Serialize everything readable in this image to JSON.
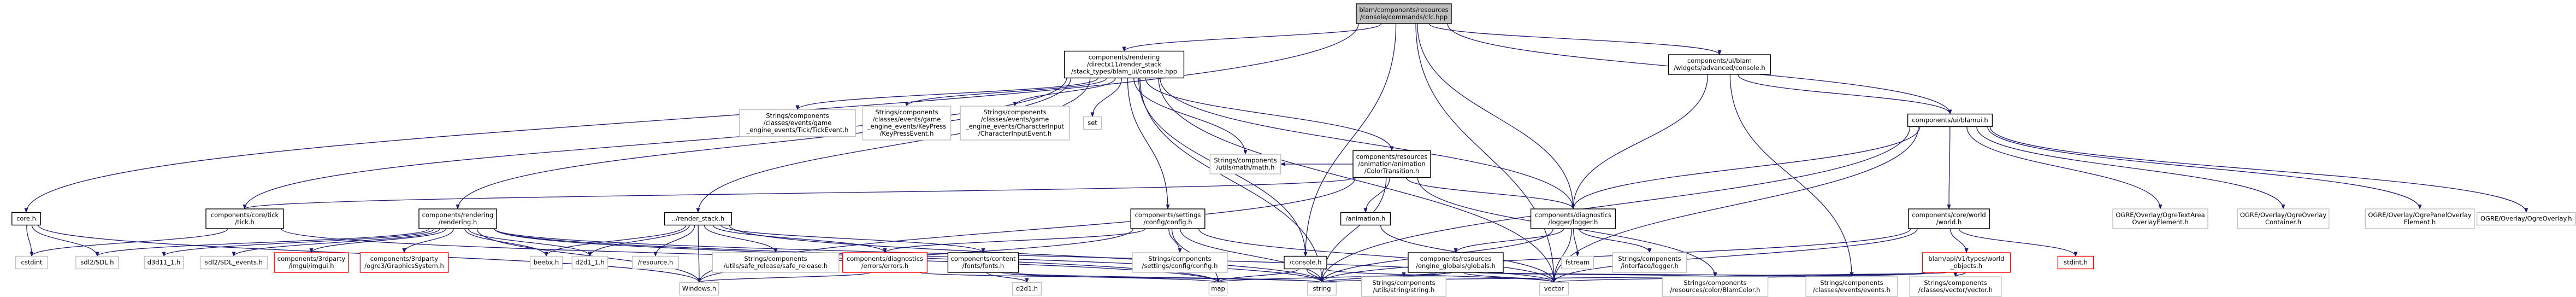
{
  "graph": {
    "colors": {
      "edge": "#191970",
      "root_fill": "#bfbfbf",
      "external_border": "#bfbfbf",
      "missing_border": "#ff0000"
    },
    "nodes": [
      {
        "id": "root",
        "kind": "root",
        "lines": [
          "blam/components/resources",
          "/console/commands/clc.hpp"
        ]
      },
      {
        "id": "render_stack_hpp",
        "kind": "doc",
        "lines": [
          "components/rendering",
          "/directx11/render_stack",
          "/stack_types/blam_ui/console.hpp"
        ]
      },
      {
        "id": "widgets_console",
        "kind": "doc",
        "lines": [
          "components/ui/blam",
          "/widgets/advanced/console.h"
        ]
      },
      {
        "id": "blamui",
        "kind": "doc",
        "lines": [
          "components/ui/blamui.h"
        ]
      },
      {
        "id": "core",
        "kind": "doc",
        "lines": [
          "core.h"
        ]
      },
      {
        "id": "tick",
        "kind": "doc",
        "lines": [
          "components/core/tick",
          "/tick.h"
        ]
      },
      {
        "id": "rendering",
        "kind": "doc",
        "lines": [
          "components/rendering",
          "/rendering.h"
        ]
      },
      {
        "id": "tick_event",
        "kind": "ext",
        "lines": [
          "Strings/components",
          "/classes/events/game",
          "_engine_events/Tick/TickEvent.h"
        ]
      },
      {
        "id": "key_event",
        "kind": "ext",
        "lines": [
          "Strings/components",
          "/classes/events/game",
          "_engine_events/KeyPress",
          "/KeyPressEvent.h"
        ]
      },
      {
        "id": "char_event",
        "kind": "ext",
        "lines": [
          "Strings/components",
          "/classes/events/game",
          "_engine_events/CharacterInput",
          "/CharacterInputEvent.h"
        ]
      },
      {
        "id": "set",
        "kind": "ext",
        "lines": [
          "set"
        ]
      },
      {
        "id": "color_transition",
        "kind": "doc",
        "lines": [
          "components/resources",
          "/animation/animation",
          "/ColorTransition.h"
        ]
      },
      {
        "id": "math",
        "kind": "ext",
        "lines": [
          "Strings/components",
          "/utils/math/math.h"
        ]
      },
      {
        "id": "logger",
        "kind": "doc",
        "lines": [
          "components/diagnostics",
          "/logger/logger.h"
        ]
      },
      {
        "id": "render_stack_h",
        "kind": "doc",
        "lines": [
          "../render_stack.h"
        ]
      },
      {
        "id": "config",
        "kind": "doc",
        "lines": [
          "components/settings",
          "/config/config.h"
        ]
      },
      {
        "id": "animation",
        "kind": "doc",
        "lines": [
          "/animation.h"
        ]
      },
      {
        "id": "world",
        "kind": "doc",
        "lines": [
          "components/core/world",
          "/world.h"
        ]
      },
      {
        "id": "ogre_text",
        "kind": "ext",
        "lines": [
          "OGRE/Overlay/OgreTextArea",
          "OverlayElement.h"
        ]
      },
      {
        "id": "ogre_container",
        "kind": "ext",
        "lines": [
          "OGRE/Overlay/OgreOverlay",
          "Container.h"
        ]
      },
      {
        "id": "ogre_panel",
        "kind": "ext",
        "lines": [
          "OGRE/Overlay/OgrePanelOverlay",
          "Element.h"
        ]
      },
      {
        "id": "ogre_overlay",
        "kind": "ext",
        "lines": [
          "OGRE/Overlay/OgreOverlay.h"
        ]
      },
      {
        "id": "cstdint",
        "kind": "ext",
        "lines": [
          "cstdint"
        ]
      },
      {
        "id": "sdl2",
        "kind": "ext",
        "lines": [
          "sdl2/SDL.h"
        ]
      },
      {
        "id": "d3d11",
        "kind": "ext",
        "lines": [
          "d3d11_1.h"
        ]
      },
      {
        "id": "sdl_events",
        "kind": "ext",
        "lines": [
          "sdl2/SDL_events.h"
        ]
      },
      {
        "id": "imgui",
        "kind": "missing",
        "lines": [
          "components/3rdparty",
          "/imgui/imgui.h"
        ]
      },
      {
        "id": "graphics_system",
        "kind": "missing",
        "lines": [
          "components/3rdparty",
          "/ogre3/GraphicsSystem.h"
        ]
      },
      {
        "id": "beebx",
        "kind": "ext",
        "lines": [
          "beebx.h"
        ]
      },
      {
        "id": "d2d1",
        "kind": "ext",
        "lines": [
          "d2d1_1.h"
        ]
      },
      {
        "id": "resource_h",
        "kind": "ext",
        "lines": [
          "/resource.h"
        ]
      },
      {
        "id": "safe_release",
        "kind": "ext",
        "lines": [
          "Strings/components",
          "/utils/safe_release/safe_release.h"
        ]
      },
      {
        "id": "errors",
        "kind": "missing",
        "lines": [
          "components/diagnostics",
          "/errors/errors.h"
        ]
      },
      {
        "id": "fonts",
        "kind": "doc",
        "lines": [
          "components/content",
          "/fonts/fonts.h"
        ]
      },
      {
        "id": "config_strings",
        "kind": "ext",
        "lines": [
          "Strings/components",
          "/settings/config/config.h"
        ]
      },
      {
        "id": "console",
        "kind": "doc",
        "lines": [
          "/console.h"
        ]
      },
      {
        "id": "globals",
        "kind": "doc",
        "lines": [
          "components/resources",
          "/engine_globals/globals.h"
        ]
      },
      {
        "id": "fstream",
        "kind": "ext",
        "lines": [
          "fstream"
        ]
      },
      {
        "id": "interface_logger",
        "kind": "ext",
        "lines": [
          "Strings/components",
          "/interface/logger.h"
        ]
      },
      {
        "id": "world_objects",
        "kind": "missing",
        "lines": [
          "blam/api/v1/types/world",
          "_objects.h"
        ]
      },
      {
        "id": "stdint",
        "kind": "missing",
        "lines": [
          "stdint.h"
        ]
      },
      {
        "id": "d2d1_h",
        "kind": "ext",
        "lines": [
          "d2d1.h"
        ]
      },
      {
        "id": "windows",
        "kind": "ext",
        "lines": [
          "Windows.h"
        ]
      },
      {
        "id": "map",
        "kind": "ext",
        "lines": [
          "map"
        ]
      },
      {
        "id": "string",
        "kind": "ext",
        "lines": [
          "string"
        ]
      },
      {
        "id": "vector",
        "kind": "ext",
        "lines": [
          "vector"
        ]
      },
      {
        "id": "string_strings",
        "kind": "ext",
        "lines": [
          "Strings/components",
          "/utils/string/string.h"
        ]
      },
      {
        "id": "blam_color",
        "kind": "ext",
        "lines": [
          "Strings/components",
          "/resources/color/BlamColor.h"
        ]
      },
      {
        "id": "events",
        "kind": "ext",
        "lines": [
          "Strings/components",
          "/classes/events/events.h"
        ]
      },
      {
        "id": "vector3",
        "kind": "ext",
        "lines": [
          "Strings/components",
          "/classes/vector/vector.h"
        ]
      }
    ],
    "edges": [
      [
        "root",
        "render_stack_hpp"
      ],
      [
        "root",
        "widgets_console"
      ],
      [
        "root",
        "blamui"
      ],
      [
        "root",
        "core"
      ],
      [
        "root",
        "logger"
      ],
      [
        "root",
        "console"
      ],
      [
        "root",
        "vector"
      ],
      [
        "widgets_console",
        "blamui"
      ],
      [
        "widgets_console",
        "logger"
      ],
      [
        "widgets_console",
        "events"
      ],
      [
        "blamui",
        "world"
      ],
      [
        "blamui",
        "logger"
      ],
      [
        "blamui",
        "ogre_text"
      ],
      [
        "blamui",
        "ogre_container"
      ],
      [
        "blamui",
        "ogre_panel"
      ],
      [
        "blamui",
        "ogre_overlay"
      ],
      [
        "blamui",
        "string"
      ],
      [
        "blamui",
        "vector"
      ],
      [
        "render_stack_hpp",
        "tick"
      ],
      [
        "render_stack_hpp",
        "rendering"
      ],
      [
        "render_stack_hpp",
        "tick_event"
      ],
      [
        "render_stack_hpp",
        "key_event"
      ],
      [
        "render_stack_hpp",
        "char_event"
      ],
      [
        "render_stack_hpp",
        "set"
      ],
      [
        "render_stack_hpp",
        "color_transition"
      ],
      [
        "render_stack_hpp",
        "math"
      ],
      [
        "render_stack_hpp",
        "logger"
      ],
      [
        "render_stack_hpp",
        "render_stack_h"
      ],
      [
        "render_stack_hpp",
        "config"
      ],
      [
        "render_stack_hpp",
        "console"
      ],
      [
        "render_stack_hpp",
        "string"
      ],
      [
        "render_stack_hpp",
        "vector"
      ],
      [
        "core",
        "cstdint"
      ],
      [
        "core",
        "sdl2"
      ],
      [
        "core",
        "windows"
      ],
      [
        "tick",
        "cstdint"
      ],
      [
        "tick",
        "map"
      ],
      [
        "rendering",
        "sdl2"
      ],
      [
        "rendering",
        "d3d11"
      ],
      [
        "rendering",
        "sdl_events"
      ],
      [
        "rendering",
        "imgui"
      ],
      [
        "rendering",
        "graphics_system"
      ],
      [
        "rendering",
        "beebx"
      ],
      [
        "rendering",
        "d2d1"
      ],
      [
        "rendering",
        "windows"
      ],
      [
        "rendering",
        "map"
      ],
      [
        "rendering",
        "string"
      ],
      [
        "rendering",
        "vector"
      ],
      [
        "color_transition",
        "tick"
      ],
      [
        "color_transition",
        "math"
      ],
      [
        "color_transition",
        "animation"
      ],
      [
        "color_transition",
        "logger"
      ],
      [
        "color_transition",
        "blam_color"
      ],
      [
        "color_transition",
        "windows"
      ],
      [
        "color_transition",
        "string"
      ],
      [
        "render_stack_h",
        "beebx"
      ],
      [
        "render_stack_h",
        "d2d1"
      ],
      [
        "render_stack_h",
        "resource_h"
      ],
      [
        "render_stack_h",
        "safe_release"
      ],
      [
        "render_stack_h",
        "errors"
      ],
      [
        "render_stack_h",
        "fonts"
      ],
      [
        "render_stack_h",
        "windows"
      ],
      [
        "render_stack_h",
        "string"
      ],
      [
        "config",
        "errors"
      ],
      [
        "config",
        "config_strings"
      ],
      [
        "config",
        "windows"
      ],
      [
        "config",
        "map"
      ],
      [
        "config",
        "string"
      ],
      [
        "config",
        "vector"
      ],
      [
        "fonts",
        "d2d1_h"
      ],
      [
        "fonts",
        "map"
      ],
      [
        "fonts",
        "string"
      ],
      [
        "errors",
        "windows"
      ],
      [
        "errors",
        "string"
      ],
      [
        "animation",
        "vector"
      ],
      [
        "console",
        "map"
      ],
      [
        "console",
        "string"
      ],
      [
        "console",
        "vector"
      ],
      [
        "logger",
        "globals"
      ],
      [
        "logger",
        "fstream"
      ],
      [
        "logger",
        "interface_logger"
      ],
      [
        "logger",
        "string"
      ],
      [
        "logger",
        "vector"
      ],
      [
        "globals",
        "string_strings"
      ],
      [
        "globals",
        "blam_color"
      ],
      [
        "globals",
        "events"
      ],
      [
        "globals",
        "map"
      ],
      [
        "globals",
        "string"
      ],
      [
        "globals",
        "vector"
      ],
      [
        "world",
        "world_objects"
      ],
      [
        "world",
        "stdint"
      ],
      [
        "world",
        "vector"
      ],
      [
        "world",
        "string"
      ],
      [
        "world_objects",
        "vector3"
      ],
      [
        "world_objects",
        "blam_color"
      ],
      [
        "world_objects",
        "string"
      ],
      [
        "world_objects",
        "vector"
      ]
    ]
  }
}
